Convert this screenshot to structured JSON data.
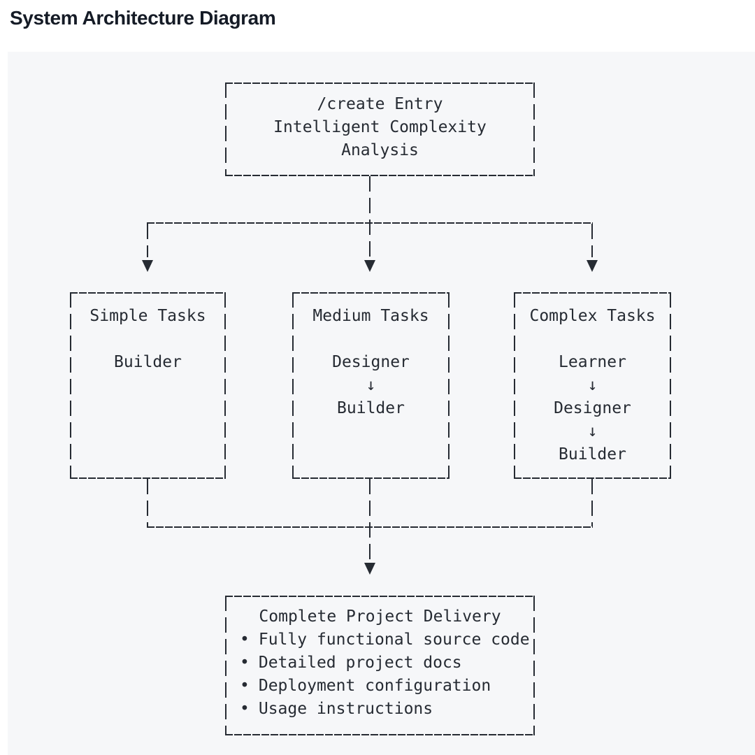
{
  "page_title": "System Architecture Diagram",
  "diagram": {
    "entry_node": {
      "lines": [
        "/create Entry",
        "Intelligent Complexity",
        "Analysis"
      ]
    },
    "task_nodes": [
      {
        "title": "Simple Tasks",
        "flow": [
          "Builder"
        ]
      },
      {
        "title": "Medium Tasks",
        "flow": [
          "Designer",
          "↓",
          "Builder"
        ]
      },
      {
        "title": "Complex Tasks",
        "flow": [
          "Learner",
          "↓",
          "Designer",
          "↓",
          "Builder"
        ]
      }
    ],
    "delivery_node": {
      "title": "Complete Project Delivery",
      "bullet": "•",
      "items": [
        "Fully functional source code",
        "Detailed project docs",
        "Deployment configuration",
        "Usage instructions"
      ]
    }
  },
  "colors": {
    "ink": "#262b33",
    "panel_background": "#f6f7f9",
    "title_text": "#151b26"
  }
}
